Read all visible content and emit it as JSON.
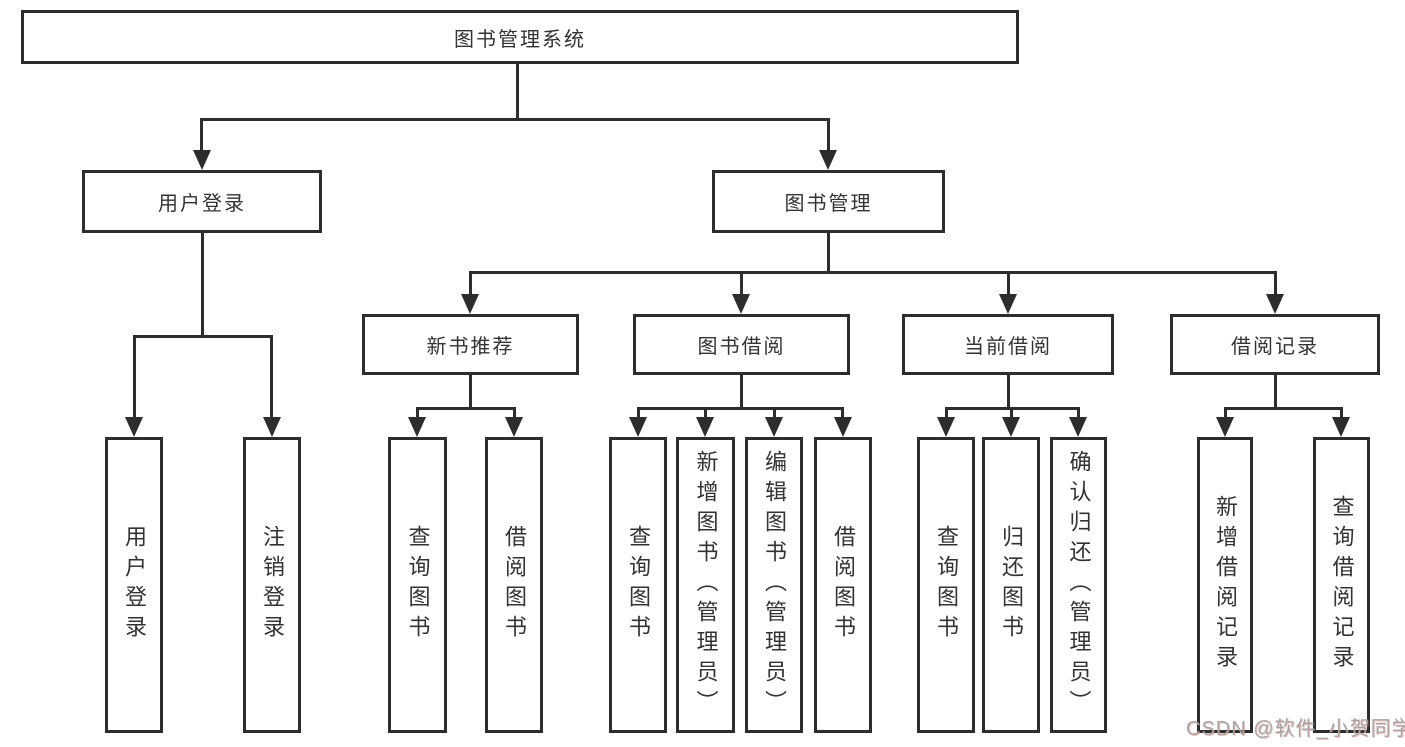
{
  "diagram": {
    "root": {
      "label": "图书管理系统"
    },
    "level2": [
      {
        "label": "用户登录"
      },
      {
        "label": "图书管理"
      }
    ],
    "level3": [
      {
        "label": "新书推荐"
      },
      {
        "label": "图书借阅"
      },
      {
        "label": "当前借阅"
      },
      {
        "label": "借阅记录"
      }
    ],
    "leaves": {
      "login": [
        {
          "label": "用户登录"
        },
        {
          "label": "注销登录"
        }
      ],
      "new_book": [
        {
          "label": "查询图书"
        },
        {
          "label": "借阅图书"
        }
      ],
      "book_borrow": [
        {
          "label": "查询图书"
        },
        {
          "label": "新增图书（管理员）"
        },
        {
          "label": "编辑图书（管理员）"
        },
        {
          "label": "借阅图书"
        }
      ],
      "current_borrow": [
        {
          "label": "查询图书"
        },
        {
          "label": "归还图书"
        },
        {
          "label": "确认归还（管理员）"
        }
      ],
      "borrow_records": [
        {
          "label": "新增借阅记录"
        },
        {
          "label": "查询借阅记录"
        }
      ]
    },
    "watermark": "CSDN @软件_小贺同学",
    "colors": {
      "line": "#2d2d2d",
      "text": "#333333",
      "watermark": "#a6a6a6",
      "background": "#ffffff"
    }
  }
}
